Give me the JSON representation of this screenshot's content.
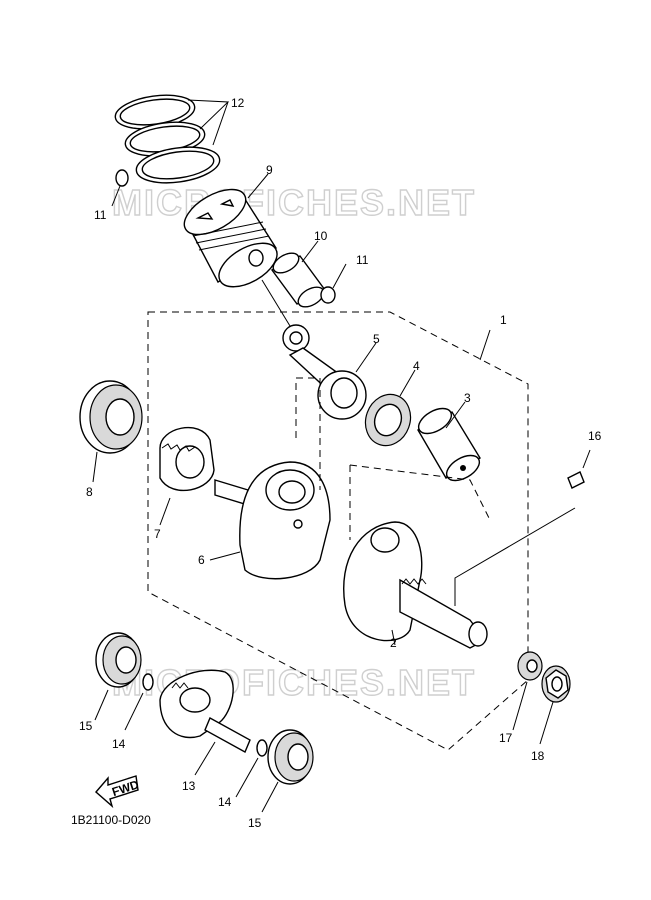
{
  "watermark": "MICROFICHES.NET",
  "diagram_code": "1B21100-D020",
  "fwd_label": "FWD",
  "parts": {
    "crankshaft_assy": "1",
    "crankshaft_2": "2",
    "crank_pin": "3",
    "needle_bearing": "4",
    "connecting_rod": "5",
    "crankshaft_1": "6",
    "gear_7": "7",
    "bearing_8": "8",
    "piston": "9",
    "piston_pin": "10",
    "circlip_upper": "11",
    "circlip_lower": "11",
    "piston_rings": "12",
    "balancer_shaft": "13",
    "shim_14a": "14",
    "shim_14b": "14",
    "bearing_15a": "15",
    "bearing_15b": "15",
    "key": "16",
    "washer": "17",
    "nut": "18"
  }
}
